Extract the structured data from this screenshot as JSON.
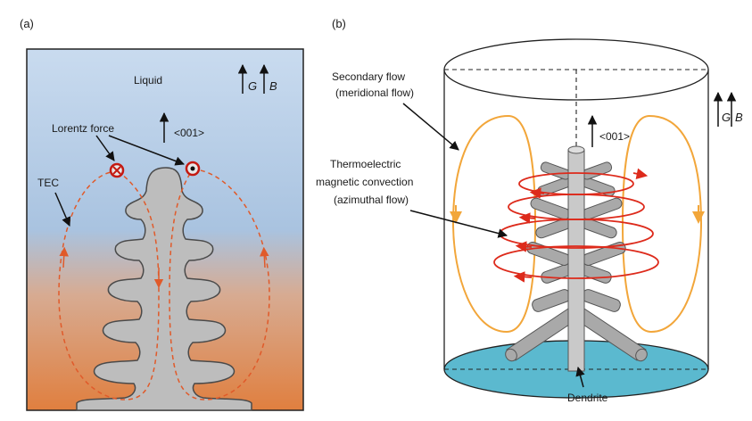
{
  "panel_a": {
    "label": "(a)",
    "liquid_label": "Liquid",
    "g_label": "G",
    "b_label": "B",
    "direction_label": "<001>",
    "lorentz_label": "Lorentz force",
    "tec_label": "TEC",
    "colors": {
      "top": "#b7cfe8",
      "bottom": "#e08a4e",
      "dendrite": "#bdbdbd",
      "flow": "#e05a2a"
    }
  },
  "panel_b": {
    "label": "(b)",
    "secondary_flow_label": "Secondary flow",
    "meridional_label": "(meridional flow)",
    "tmc_label_1": "Thermoelectric",
    "tmc_label_2": "magnetic convection",
    "azimuthal_label": "(azimuthal flow)",
    "direction_label": "<001>",
    "g_label": "G",
    "b_label": "B",
    "dendrite_label": "Dendrite",
    "colors": {
      "meridional": "#f2a63a",
      "azimuthal": "#dd2a1b",
      "base": "#5bb9cf",
      "dendrite": "#a9a9a9"
    }
  }
}
